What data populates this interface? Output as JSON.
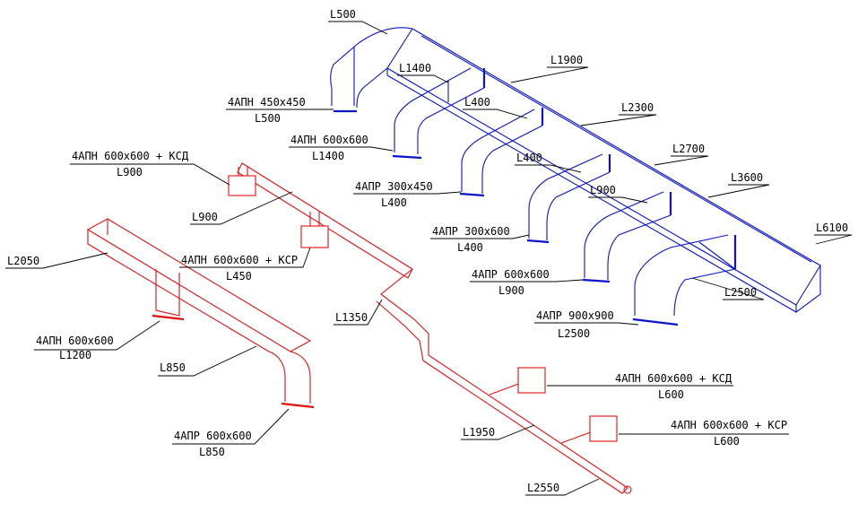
{
  "labels": {
    "b_l500": "L500",
    "b_l1400": "L1400",
    "b_l1900": "L1900",
    "b_l400a": "L400",
    "b_l2300": "L2300",
    "b_l400b": "L400",
    "b_l2700": "L2700",
    "b_l900": "L900",
    "b_l3600": "L3600",
    "b_l6100": "L6100",
    "b_l2500": "L2500",
    "g1_top": "4АПН 450x450",
    "g1_bot": "L500",
    "g2_top": "4АПН 600x600",
    "g2_bot": "L1400",
    "g3_top": "4АПР 300x450",
    "g3_bot": "L400",
    "g4_top": "4АПР 300x600",
    "g4_bot": "L400",
    "g5_top": "4АПР 600x600",
    "g5_bot": "L900",
    "g6_top": "4АПР 900x900",
    "g6_bot": "L2500",
    "r1_top": "4АПН 600x600 + КСД",
    "r1_bot": "L900",
    "r_l900": "L900",
    "r2_top": "4АПН 600x600 + КСР",
    "r2_bot": "L450",
    "r_l2050": "L2050",
    "r3_top": "4АПН 600x600",
    "r3_bot": "L1200",
    "r_l850": "L850",
    "r4_top": "4АПР 600x600",
    "r4_bot": "L850",
    "r_l1350": "L1350",
    "r5_top": "4АПН 600x600 + КСД",
    "r5_bot": "L600",
    "r6_top": "4АПН 600x600 + КСР",
    "r6_bot": "L600",
    "r_l1950": "L1950",
    "r_l2550": "L2550"
  },
  "colors": {
    "supply": "#0a14c8",
    "exhaust": "#e01010"
  }
}
